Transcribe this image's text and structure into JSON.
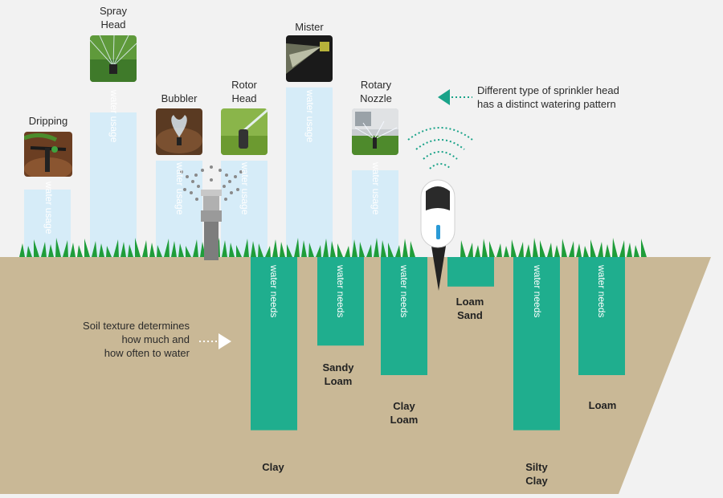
{
  "sprinkler_types": [
    {
      "id": "dripping",
      "label": "Dripping",
      "bar_text": "water usage",
      "photo": "drip-emitter-photo",
      "usage_level": 0.35
    },
    {
      "id": "spray-head",
      "label": "Spray\nHead",
      "bar_text": "water usage",
      "photo": "spray-head-photo",
      "usage_level": 0.75
    },
    {
      "id": "bubbler",
      "label": "Bubbler",
      "bar_text": "water usage",
      "photo": "bubbler-photo",
      "usage_level": 0.5
    },
    {
      "id": "rotor-head",
      "label": "Rotor\nHead",
      "bar_text": "water usage",
      "photo": "rotor-head-photo",
      "usage_level": 0.5
    },
    {
      "id": "mister",
      "label": "Mister",
      "bar_text": "water usage",
      "photo": "mister-photo",
      "usage_level": 0.88
    },
    {
      "id": "rotary-nozzle",
      "label": "Rotary\nNozzle",
      "bar_text": "water usage",
      "photo": "rotary-nozzle-photo",
      "usage_level": 0.45
    }
  ],
  "soil_types": [
    {
      "id": "clay",
      "label": "Clay",
      "bar_text": "water needs",
      "needs_level": 0.88
    },
    {
      "id": "sandy-loam",
      "label": "Sandy\nLoam",
      "bar_text": "water needs",
      "needs_level": 0.45
    },
    {
      "id": "clay-loam",
      "label": "Clay\nLoam",
      "bar_text": "water needs",
      "needs_level": 0.6
    },
    {
      "id": "loam-sand",
      "label": "Loam\nSand",
      "bar_text": "",
      "needs_level": 0.15
    },
    {
      "id": "silty-clay",
      "label": "Silty\nClay",
      "bar_text": "water needs",
      "needs_level": 0.88
    },
    {
      "id": "loam",
      "label": "Loam",
      "bar_text": "water needs",
      "needs_level": 0.6
    }
  ],
  "notes": {
    "sprinkler": "Different type of sprinkler head\nhas a distinct watering pattern",
    "soil": "Soil texture determines\nhow much and\nhow often to water"
  },
  "colors": {
    "usage_bar": "#d6ecf8",
    "needs_bar": "#1fae8e",
    "soil": "#c9b896",
    "grass": "#1f9d3a",
    "accent": "#1aa389",
    "background": "#f2f2f2"
  },
  "icons": [
    "wifi-signal-icon",
    "soil-sensor-icon",
    "sprinkler-pipe-icon",
    "arrow-left-icon",
    "arrow-right-icon"
  ]
}
